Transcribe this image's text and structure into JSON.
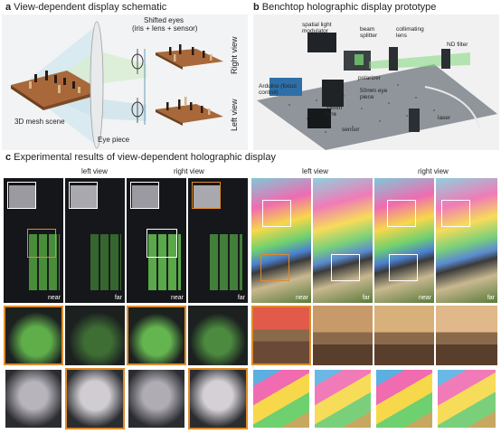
{
  "panel_a": {
    "letter": "a",
    "title": "View-dependent display schematic",
    "shifted_eyes_line1": "Shifted eyes",
    "shifted_eyes_line2": "(iris + lens + sensor)",
    "mesh_label": "3D mesh scene",
    "eyepiece_label": "Eye piece",
    "right_view": "Right view",
    "left_view": "Left view"
  },
  "panel_b": {
    "letter": "b",
    "title": "Benchtop holographic display prototype",
    "labels": {
      "slm": "spatial light modulator",
      "beam": "beam splitter",
      "collimating": "collimating lens",
      "nd": "ND filter",
      "arduino": "Arduino (focus control)",
      "polarizer": "polarizer",
      "eyepiece": "50mm eye piece",
      "lens": "35mm lens",
      "laser": "laser",
      "sensor": "sensor"
    }
  },
  "panel_c": {
    "letter": "c",
    "title": "Experimental results of view-dependent holographic display",
    "left_view": "left view",
    "right_view": "right view",
    "tags": {
      "near": "near",
      "far": "far"
    }
  },
  "colors": {
    "accent_orange": "#e08a2a",
    "box_white": "#ffffff"
  }
}
